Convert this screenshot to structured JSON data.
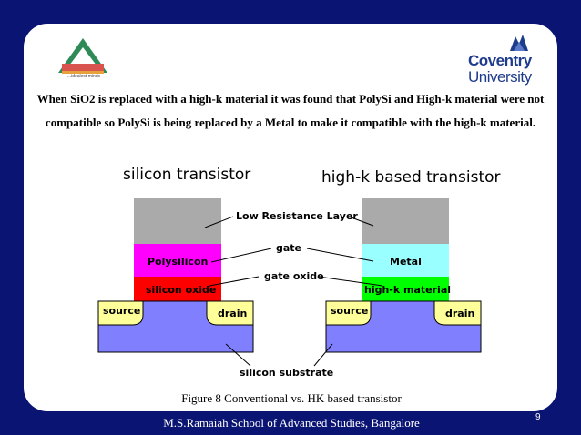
{
  "logos": {
    "left_tagline": "...idealest minds",
    "right_line1": "Coventry",
    "right_line2": "University"
  },
  "intro_text": "When SiO2 is replaced with a high-k material it was found that PolySi and High-k material were not compatible so PolySi is being replaced by a Metal to make it compatible with the high-k material.",
  "diagram": {
    "left_title": "silicon transistor",
    "right_title": "high-k based transistor",
    "labels": {
      "low_resistance": "Low Resistance Layer",
      "gate": "gate",
      "gate_oxide": "gate oxide",
      "substrate": "silicon substrate"
    },
    "left_layers": {
      "polysilicon": "Polysilicon",
      "oxide": "silicon oxide",
      "source": "source",
      "drain": "drain"
    },
    "right_layers": {
      "metal": "Metal",
      "highk": "high-k material",
      "source": "source",
      "drain": "drain"
    },
    "colors": {
      "low_resistance": "#aaaaaa",
      "polysilicon": "#ff00ff",
      "silicon_oxide": "#ff0000",
      "metal": "#99ffff",
      "highk": "#00ff00",
      "source_drain": "#ffff99",
      "substrate": "#8080ff"
    }
  },
  "caption": "Figure 8 Conventional vs. HK based transistor",
  "footer": "M.S.Ramaiah School of Advanced Studies, Bangalore",
  "page_number": "9"
}
